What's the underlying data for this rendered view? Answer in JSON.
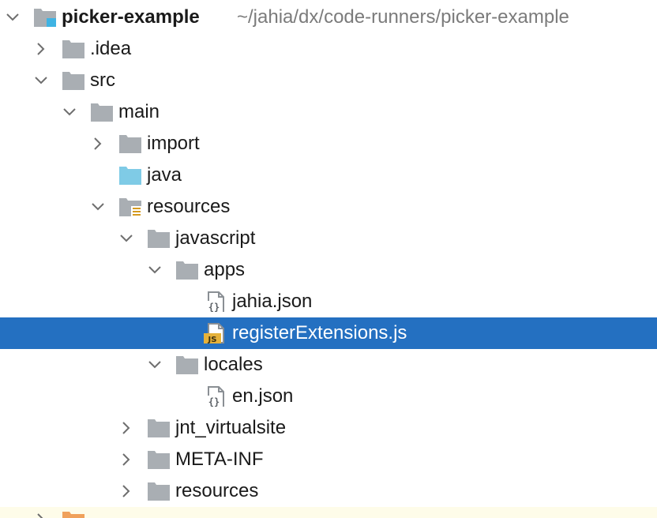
{
  "colors": {
    "selection": "#2470c1",
    "folder": "#a9aeb3",
    "source_folder": "#7fcbe6",
    "module_marker": "#3fb3e3",
    "resource_marker": "#d49a1f",
    "js_badge": "#e6b23a",
    "chevron": "#6e6e6e",
    "footer_highlight": "#fefce9",
    "excluded_folder": "#f0a15b"
  },
  "tree": {
    "root": {
      "name": "picker-example",
      "path": "~/jahia/dx/code-runners/picker-example",
      "icon": "module-folder-icon",
      "expanded": true
    },
    "items": [
      {
        "label": ".idea",
        "icon": "folder-icon",
        "state": "collapsed"
      },
      {
        "label": "src",
        "icon": "folder-icon",
        "state": "expanded"
      },
      {
        "label": "main",
        "icon": "folder-icon",
        "state": "expanded"
      },
      {
        "label": "import",
        "icon": "folder-icon",
        "state": "collapsed"
      },
      {
        "label": "java",
        "icon": "source-folder-icon",
        "state": "leaf"
      },
      {
        "label": "resources",
        "icon": "resources-folder-icon",
        "state": "expanded"
      },
      {
        "label": "javascript",
        "icon": "folder-icon",
        "state": "expanded"
      },
      {
        "label": "apps",
        "icon": "folder-icon",
        "state": "expanded"
      },
      {
        "label": "jahia.json",
        "icon": "json-file-icon",
        "state": "file"
      },
      {
        "label": "registerExtensions.js",
        "icon": "js-file-icon",
        "state": "file",
        "selected": true
      },
      {
        "label": "locales",
        "icon": "folder-icon",
        "state": "expanded"
      },
      {
        "label": "en.json",
        "icon": "json-file-icon",
        "state": "file"
      },
      {
        "label": "jnt_virtualsite",
        "icon": "folder-icon",
        "state": "collapsed"
      },
      {
        "label": "META-INF",
        "icon": "folder-icon",
        "state": "collapsed"
      },
      {
        "label": "resources",
        "icon": "folder-icon",
        "state": "collapsed"
      }
    ],
    "partial_row": {
      "icon": "excluded-folder-icon",
      "state": "collapsed"
    }
  }
}
